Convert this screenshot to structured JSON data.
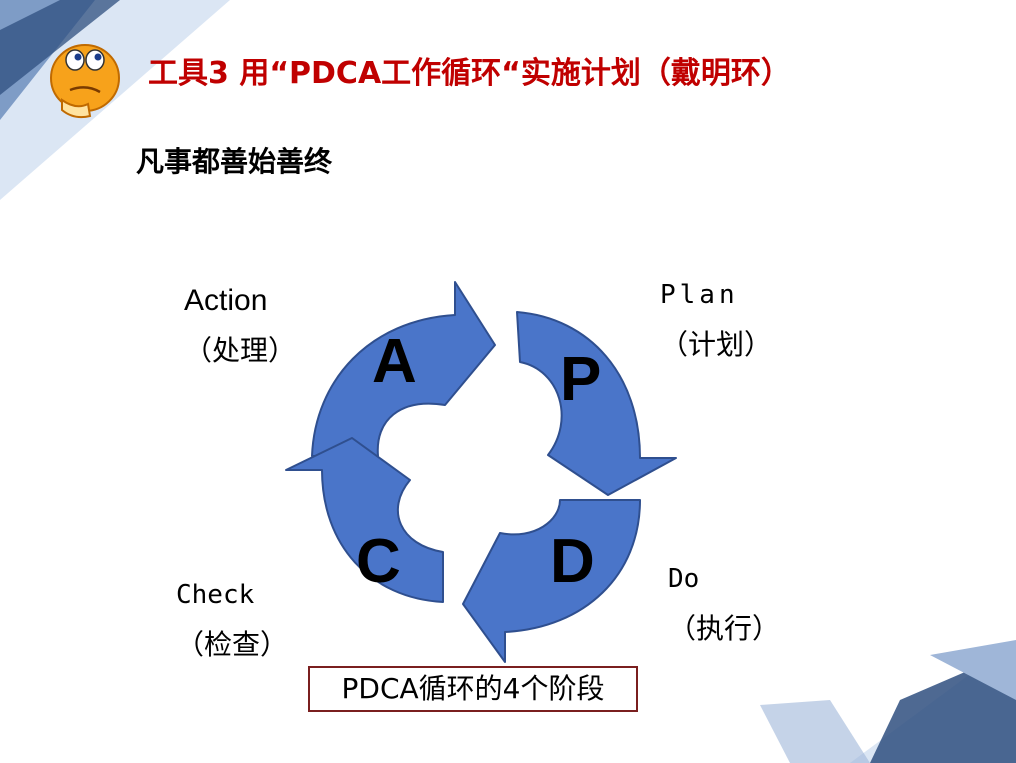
{
  "title": "工具3 用“PDCA工作循环“实施计划（戴明环）",
  "subtitle": "凡事都善始善终",
  "stages": {
    "plan": {
      "letter": "P",
      "label": "Plan",
      "label_cn": "（计划）"
    },
    "do": {
      "letter": "D",
      "label": "Do",
      "label_cn": "（执行）"
    },
    "check": {
      "letter": "C",
      "label": "Check",
      "label_cn": "（检查）"
    },
    "action": {
      "letter": "A",
      "label": "Action",
      "label_cn": "（处理）"
    }
  },
  "caption": "PDCA循环的4个阶段",
  "colors": {
    "title": "#c00000",
    "arrow_fill": "#4a75c9",
    "arrow_stroke": "#2f4f8f",
    "caption_border": "#7a1f1f"
  },
  "icons": [
    "thinking-face-icon"
  ]
}
